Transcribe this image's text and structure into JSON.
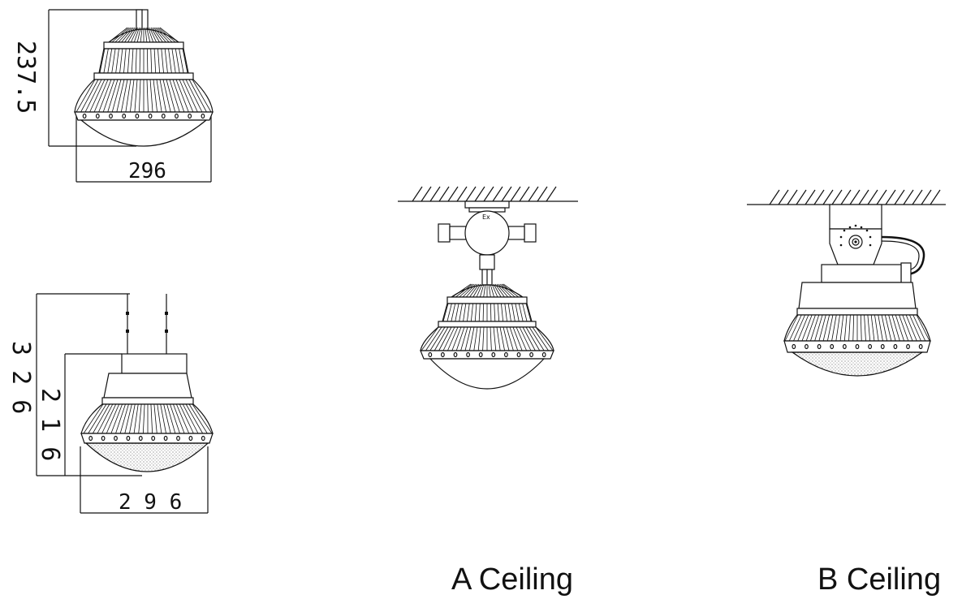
{
  "drawing": {
    "top_view": {
      "height_label": "237.5",
      "width_label": "296"
    },
    "bottom_view": {
      "height_outer_label": "3 2 6",
      "height_inner_label": "2 1 6",
      "width_label": "2 9 6"
    },
    "mount_a": {
      "caption": "A Ceiling",
      "badge": "Ex"
    },
    "mount_b": {
      "caption": "B Ceiling"
    }
  },
  "colors": {
    "line": "#111111",
    "background": "#ffffff"
  }
}
